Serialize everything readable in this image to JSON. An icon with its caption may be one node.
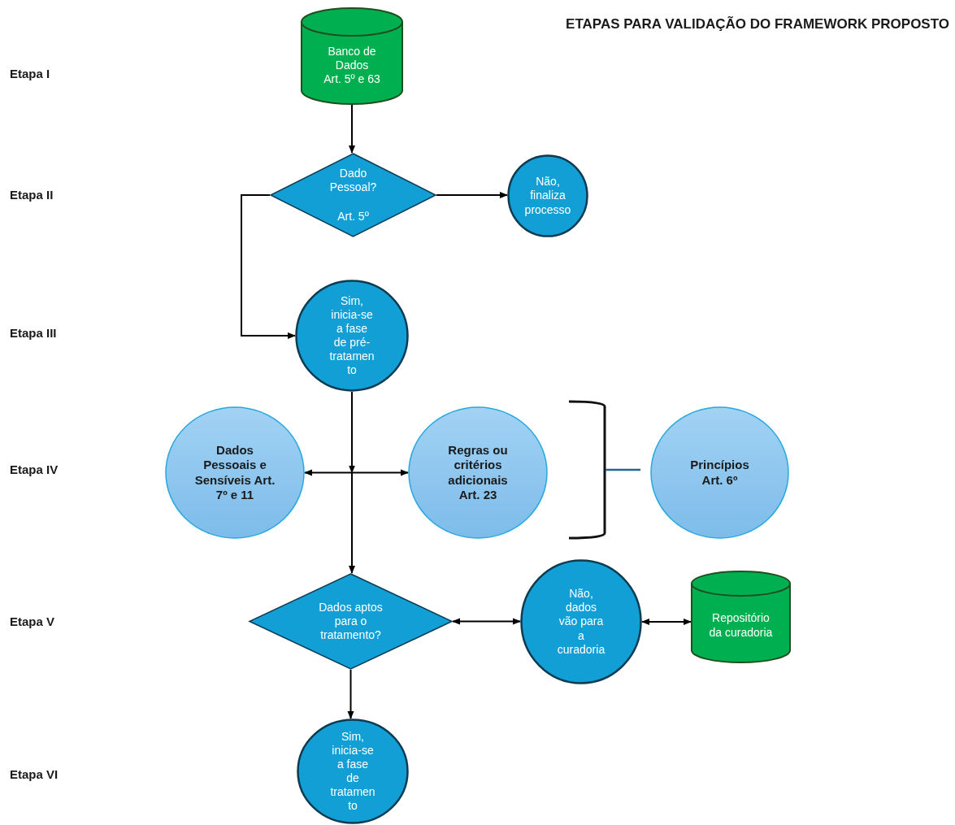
{
  "diagram": {
    "title": "ETAPAS PARA VALIDAÇÃO DO FRAMEWORK PROPOSTO",
    "nodes": [
      {
        "text": [
          "Banco de Dados",
          "Art. 5º e 63"
        ]
      },
      {
        "text": [
          "Dado Pessoal?",
          "Art. 5º"
        ]
      },
      {
        "text": [
          "Não, finaliza processo"
        ]
      },
      {
        "text": [
          "Sim, inicia-se a fase de pré- tratamen to"
        ]
      },
      {
        "text": [
          "Dados Pessoais e Sensíveis Art. 7º e 11"
        ]
      },
      {
        "text": [
          "Regras ou critérios adicionais Art. 23"
        ]
      },
      {
        "text": [
          "Princípios Art. 6º"
        ]
      },
      {
        "text": [
          "Dados aptos para o tratamento?"
        ]
      },
      {
        "text": [
          "Não, dados vão para a curadoria"
        ]
      },
      {
        "text": [
          "Repositório da curadoria"
        ]
      },
      {
        "text": [
          "Sim, inicia-se a fase de tratamen to"
        ]
      }
    ],
    "edges": [
      {
        "from": 0,
        "to": 1,
        "arrow": "to"
      },
      {
        "from": 1,
        "to": 2,
        "arrow": "to"
      },
      {
        "from": 1,
        "to": 3,
        "arrow": "to"
      },
      {
        "from": 3,
        "to": 4,
        "arrow": "to"
      },
      {
        "from": 3,
        "to": 5,
        "arrow": "to"
      },
      {
        "from": 3,
        "to": 7,
        "arrow": "to"
      },
      {
        "from": 7,
        "to": 8,
        "arrow": "both"
      },
      {
        "from": 8,
        "to": 9,
        "arrow": "both"
      },
      {
        "from": 7,
        "to": 10,
        "arrow": "to"
      }
    ],
    "labels": [
      "Etapa I",
      "Etapa II",
      "Etapa III",
      "Etapa IV",
      "Etapa V",
      "Etapa VI"
    ]
  }
}
